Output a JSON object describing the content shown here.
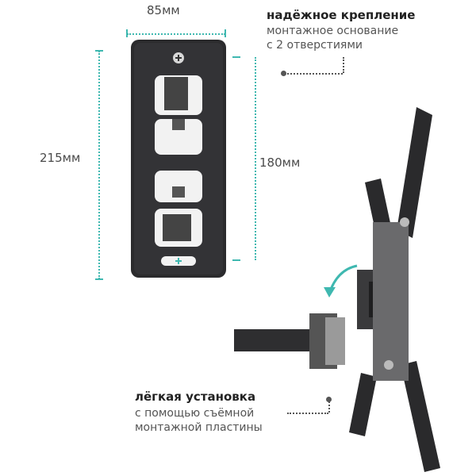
{
  "dimensions": {
    "width_label": "85мм",
    "height_outer_label": "215мм",
    "height_inner_label": "180мм"
  },
  "callouts": {
    "top": {
      "title": "надёжное крепление",
      "line1": "монтажное основание",
      "line2": "с 2 отверстиями"
    },
    "bottom": {
      "title": "лёгкая установка",
      "line1": "с помощью съёмной",
      "line2": "монтажной пластины"
    }
  },
  "colors": {
    "accent": "#3fb8b0",
    "plate": "#2b2b2d",
    "text": "#4a4a4a"
  },
  "icons": [
    "rotate-arrow-icon"
  ]
}
